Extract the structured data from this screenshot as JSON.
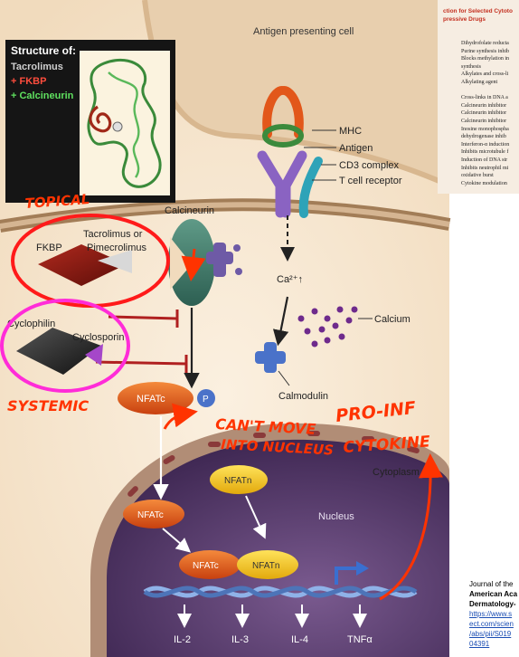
{
  "diagram": {
    "antigen_cell_label": "Antigen presenting cell",
    "structure_box": {
      "title_line1": "Structure of:",
      "title_line2": "Tacrolimus",
      "title_line3": "+ FKBP",
      "title_line4": "+ Calcineurin"
    },
    "labels": {
      "mhc": "MHC",
      "antigen": "Antigen",
      "cd3": "CD3 complex",
      "tcr": "T cell receptor",
      "calcineurin": "Calcineurin",
      "fkbp": "FKBP",
      "tacrolimus_line1": "Tacrolimus or",
      "tacrolimus_line2": "Pimecrolimus",
      "cyclophilin": "Cyclophilin",
      "cyclosporin": "Cyclosporin",
      "calcium_ion": "Ca²⁺↑",
      "calcium": "Calcium",
      "calmodulin": "Calmodulin",
      "nfatc": "NFATc",
      "nfatn": "NFATn",
      "phosphate": "P",
      "cytoplasm": "Cytoplasm",
      "nucleus": "Nucleus",
      "il2": "IL-2",
      "il3": "IL-3",
      "il4": "IL-4",
      "tnf": "TNFα"
    },
    "colors": {
      "background": "#f3ddc0",
      "apc": "#ead3b5",
      "membrane": "#a27d57",
      "nucleus": "#4a2f5e",
      "nfat": "#e3611c",
      "annotation": "#ff3300",
      "highlight_red": "#ff1a1a",
      "highlight_magenta": "#ff2cd8"
    }
  },
  "annotations": {
    "topical": "TOPICAL",
    "systemic": "SYSTEMIC",
    "cant_move_line1": "CAN'T MOVE",
    "cant_move_line2": "INTO NUCLEUS",
    "pro_inf_line1": "PRO-INF",
    "pro_inf_line2": "CYTOKINE"
  },
  "table_crop": {
    "title_line1": "ction for Selected Cytoto",
    "title_line2": "pressive Drugs",
    "rows": [
      "Dihydrofolate reducta",
      "Purine synthesis inhib",
      "Blocks methylation in",
      "  synthesis",
      "Alkylates and cross-li",
      "Alkylating agent",
      "",
      "Cross-links in DNA a",
      "Calcineurin inhibitor",
      "Calcineurin inhibitor",
      "Calcineurin inhibitor",
      "Inosine monophospha",
      "  dehydrogenase inhib",
      "Interferon-α induction",
      "Inhibits microtubule f",
      "Induction of DNA str",
      "Inhibits neutrophil mi",
      "  oxidative burst",
      "Cytokine modulation"
    ]
  },
  "citation": {
    "line1": "Journal of the",
    "line2": "American Aca",
    "line3": "Dermatology-",
    "link1": "https://www.s",
    "link2": "ect.com/scien",
    "link3": "/abs/pii/S019",
    "link4": "04391"
  }
}
